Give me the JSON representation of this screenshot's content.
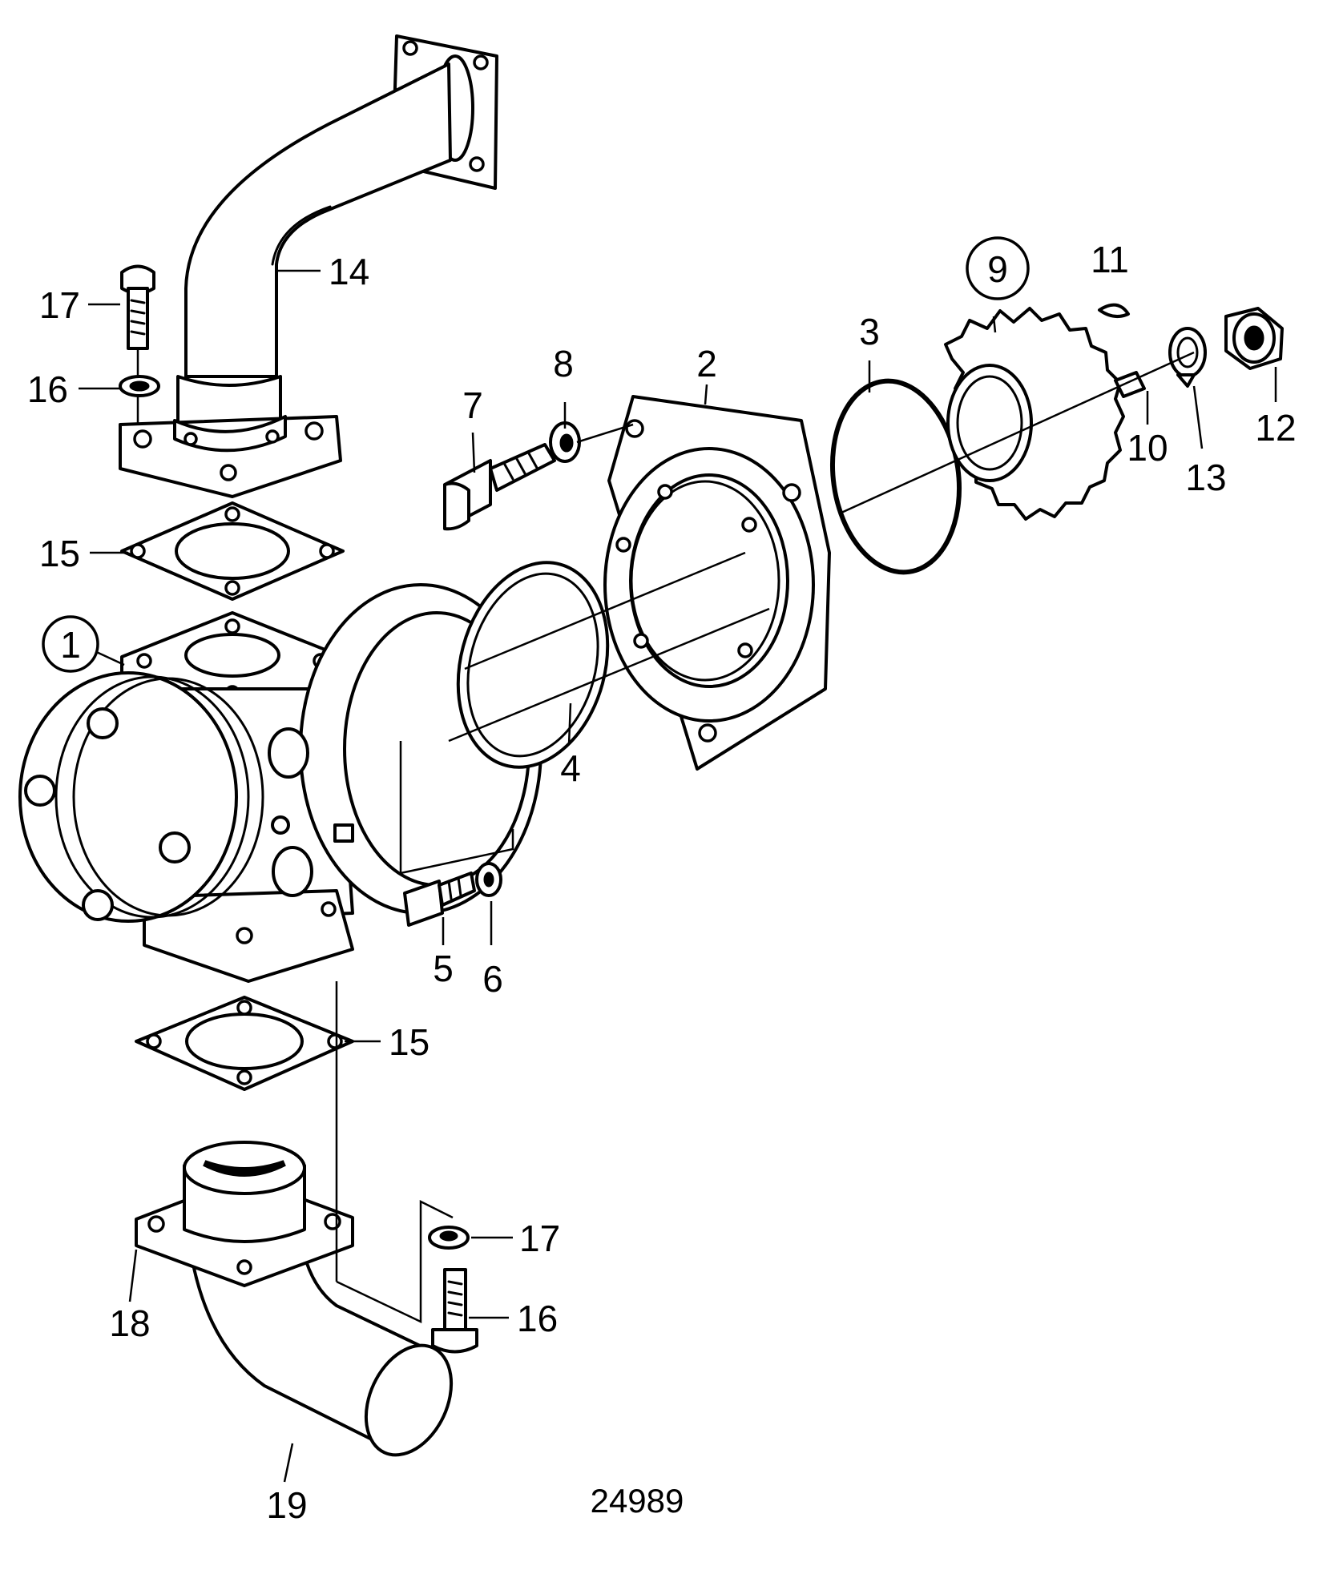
{
  "reference_number": "24989",
  "callouts": [
    {
      "label": "1"
    },
    {
      "label": "2"
    },
    {
      "label": "3"
    },
    {
      "label": "4"
    },
    {
      "label": "5"
    },
    {
      "label": "6"
    },
    {
      "label": "7"
    },
    {
      "label": "8"
    },
    {
      "label": "9"
    },
    {
      "label": "10"
    },
    {
      "label": "11"
    },
    {
      "label": "12"
    },
    {
      "label": "13"
    },
    {
      "label": "14"
    },
    {
      "label": "15"
    },
    {
      "label": "15"
    },
    {
      "label": "16"
    },
    {
      "label": "17"
    },
    {
      "label": "16"
    },
    {
      "label": "17"
    },
    {
      "label": "18"
    },
    {
      "label": "19"
    }
  ],
  "colors": {
    "line": "#000000",
    "background": "#ffffff"
  }
}
